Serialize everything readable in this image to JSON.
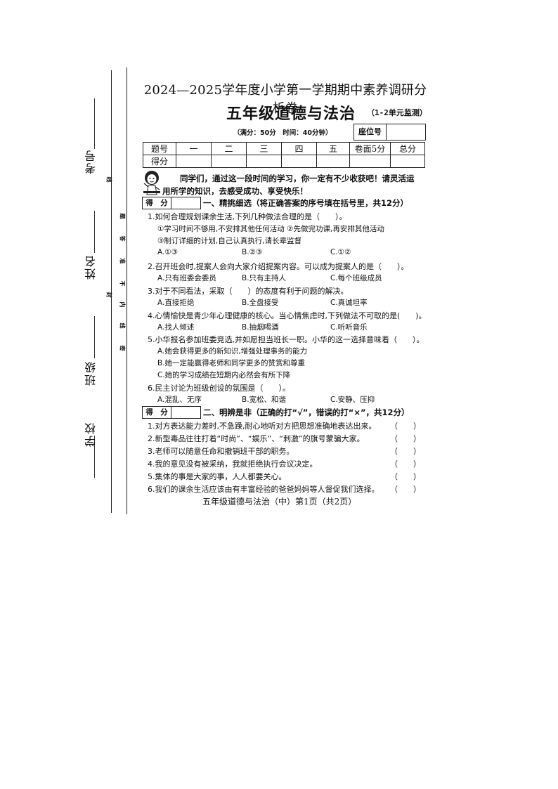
{
  "margin": {
    "exam_no": "考号",
    "name": "姓名",
    "class": "班级",
    "school": "学校",
    "seal_words": [
      "线",
      "题",
      "答",
      "准",
      "不",
      "内",
      "线",
      "封",
      "密"
    ]
  },
  "header": {
    "title": "2024—2025学年度小学第一学期期中素养调研分析卷",
    "subtitle": "五年级道德与法治",
    "unit_note": "（1-2单元监测）",
    "full_mark": "（满分：50分　时间：40分钟）",
    "seat_label": "座位号"
  },
  "score_table": {
    "headers": [
      "题号",
      "一",
      "二",
      "三",
      "四",
      "五",
      "卷面5分",
      "总分"
    ],
    "row_label": "得分"
  },
  "greeting": {
    "line1": "同学们，通过这一段时间的学习，你一定有不少收获吧！请灵活运",
    "line2": "用所学的知识，去感受成功、享受快乐！"
  },
  "score_label": "得　分",
  "section1": {
    "heading": "一、精挑细选（将正确答案的序号填在括号里，共12分）",
    "q1": "1.如何合理规划课余生活,下列几种做法合理的是（　　）。",
    "q1_item1": "①学习时间不够用,不安排其他任何活动 ②先做完功课,再安排其他活动",
    "q1_item2": "③制订详细的计划,自己认真执行,请长辈监督",
    "q1_options": [
      "A.①③",
      "B.②③",
      "C.①②"
    ],
    "q2": "2.召开班会时,提案人会向大家介绍提案内容。可以成为提案人的是（　　）。",
    "q2_options": [
      "A.只有班委会委员",
      "B.只有主持人",
      "C.每个班级成员"
    ],
    "q3": "3.对于不同看法，采取（　　）的态度有利于问题的解决。",
    "q3_options": [
      "A.直接拒绝",
      "B.全盘接受",
      "C.真诚坦率"
    ],
    "q4": "4.心情愉快是青少年心理健康的核心。当心情焦虑时,下列做法不可取的是(　　)。",
    "q4_options": [
      "A.找人倾述",
      "B.抽烟喝酒",
      "C.听听音乐"
    ],
    "q5": "5.小华报名参加班委竞选,并如愿担当班长一职。小华的这一选择意味着（　　）。",
    "q5_options": [
      "A.她会获得更多的新知识,增强处理事务的能力",
      "B.她一定能赢得老师和同学更多的赞赏和尊重",
      "C.她的学习成绩在短期内必然会有所下降"
    ],
    "q6": "6.民主讨论为班级创设的氛围是（　　）。",
    "q6_options": [
      "A.混乱、无序",
      "B.宽松、和谐",
      "C.安静、压抑"
    ]
  },
  "section2": {
    "heading": "二、明辨是非（正确的打“√”，错误的打“×”，共12分）",
    "items": [
      "1.对方表达能力差时,不急躁,耐心地听对方把思想准确地表达出来。",
      "2.新型毒品往往打着“时尚”、“娱乐”、“刺激”的旗号蒙骗大家。",
      "3.老师可以随意任命和撤销班干部的职务。",
      "4.我的意见没有被采纳，我就拒绝执行会议决定。",
      "5.集体的事是大家的事，人人都要关心。",
      "6.我们的课余生活应该由有丰富经验的爸爸妈妈等人督促我们选择。"
    ],
    "paren": "（　　）"
  },
  "footer": "五年级道德与法治（中）第1页（共2页）"
}
